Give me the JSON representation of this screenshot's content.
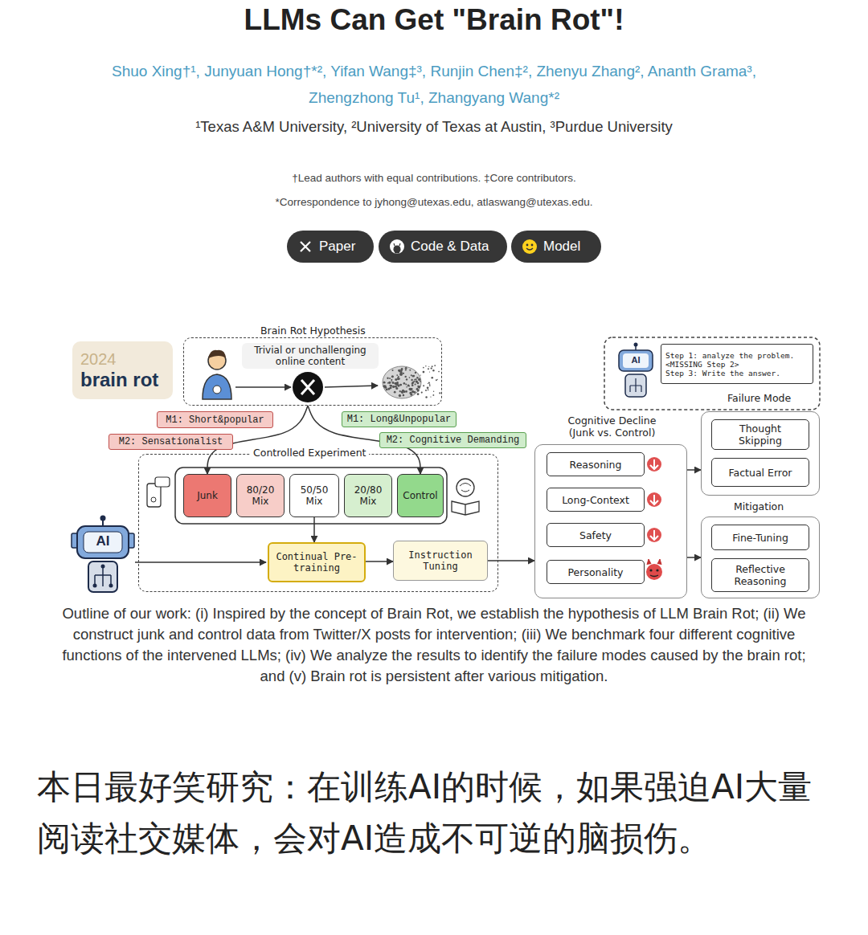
{
  "diagram": {
    "title": "LLMs Can Get \"Brain Rot\"!",
    "caption": "Outline of our work: (i) Inspired by the concept of Brain Rot, we establish the hypothesis of LLM Brain Rot; (ii) We construct junk and control data from Twitter/X posts for intervention; (iii) We benchmark four different cognitive functions of the intervened LLMs; (iv) We analyze the results to identify the failure modes caused by the brain rot; and (v) Brain rot is persistent after various mitigation.",
    "nodes": [
      {
        "text": [
          "Paper"
        ]
      },
      {
        "text": [
          "Code & Data"
        ]
      },
      {
        "text": [
          "Model"
        ]
      },
      {
        "text": [
          "2024",
          "brain rot"
        ]
      },
      {
        "text": [
          "Brain Rot Hypothesis",
          "Trivial or unchallenging online content"
        ]
      },
      {
        "text": [
          "Step 1: analyze the problem.",
          "<MISSING Step 2>",
          "Step 3: Write the answer."
        ]
      },
      {
        "text": [
          "M1: Short&popular"
        ]
      },
      {
        "text": [
          "M2: Sensationalist"
        ]
      },
      {
        "text": [
          "M1: Long&Unpopular"
        ]
      },
      {
        "text": [
          "M2: Cognitive Demanding"
        ]
      },
      {
        "text": [
          "Controlled Experiment"
        ]
      },
      {
        "text": [
          "Junk"
        ],
        "in": 10
      },
      {
        "text": [
          "80/20 Mix"
        ],
        "in": 10
      },
      {
        "text": [
          "50/50 Mix"
        ],
        "in": 10
      },
      {
        "text": [
          "20/80 Mix"
        ],
        "in": 10
      },
      {
        "text": [
          "Control"
        ],
        "in": 10
      },
      {
        "text": [
          "Continual Pre-training"
        ],
        "in": 10
      },
      {
        "text": [
          "Instruction Tuning"
        ],
        "in": 10
      },
      {
        "text": [
          "Cognitive Decline (Junk vs. Control)"
        ]
      },
      {
        "text": [
          "Reasoning"
        ],
        "in": 18
      },
      {
        "text": [
          "Long-Context"
        ],
        "in": 18
      },
      {
        "text": [
          "Safety"
        ],
        "in": 18
      },
      {
        "text": [
          "Personality"
        ],
        "in": 18
      },
      {
        "text": [
          "Failure Mode"
        ]
      },
      {
        "text": [
          "Thought Skipping"
        ],
        "in": 23
      },
      {
        "text": [
          "Factual Error"
        ],
        "in": 23
      },
      {
        "text": [
          "Mitigation"
        ]
      },
      {
        "text": [
          "Fine-Tuning"
        ],
        "in": 26
      },
      {
        "text": [
          "Reflective Reasoning"
        ],
        "in": 26
      }
    ],
    "edges": [
      {
        "from": 4,
        "to": 11,
        "arrow": "to"
      },
      {
        "from": 4,
        "to": 15,
        "arrow": "to"
      },
      {
        "from": 13,
        "to": 16,
        "arrow": "to"
      },
      {
        "from": 16,
        "to": 17,
        "arrow": "to"
      },
      {
        "from": 17,
        "to": 18,
        "arrow": "to"
      },
      {
        "from": 18,
        "to": 23,
        "arrow": "to"
      },
      {
        "from": 18,
        "to": 26,
        "arrow": "to"
      }
    ],
    "labels": [
      "Shuo Xing†¹, Junyuan Hong†*², Yifan Wang‡³, Runjin Chen‡², Zhenyu Zhang², Ananth Grama³,",
      "Zhengzhong Tu¹, Zhangyang Wang*²",
      "¹Texas A&M University, ²University of Texas at Austin, ³Purdue University",
      "†Lead authors with equal contributions. ‡Core contributors.",
      "*Correspondence to jyhong@utexas.edu, atlaswang@utexas.edu.",
      "AI",
      "AI",
      "本日最好笑研究：在训练AI的时候，如果强迫AI大量阅读社交媒体，会对AI造成不可逆的脑损伤。"
    ]
  }
}
